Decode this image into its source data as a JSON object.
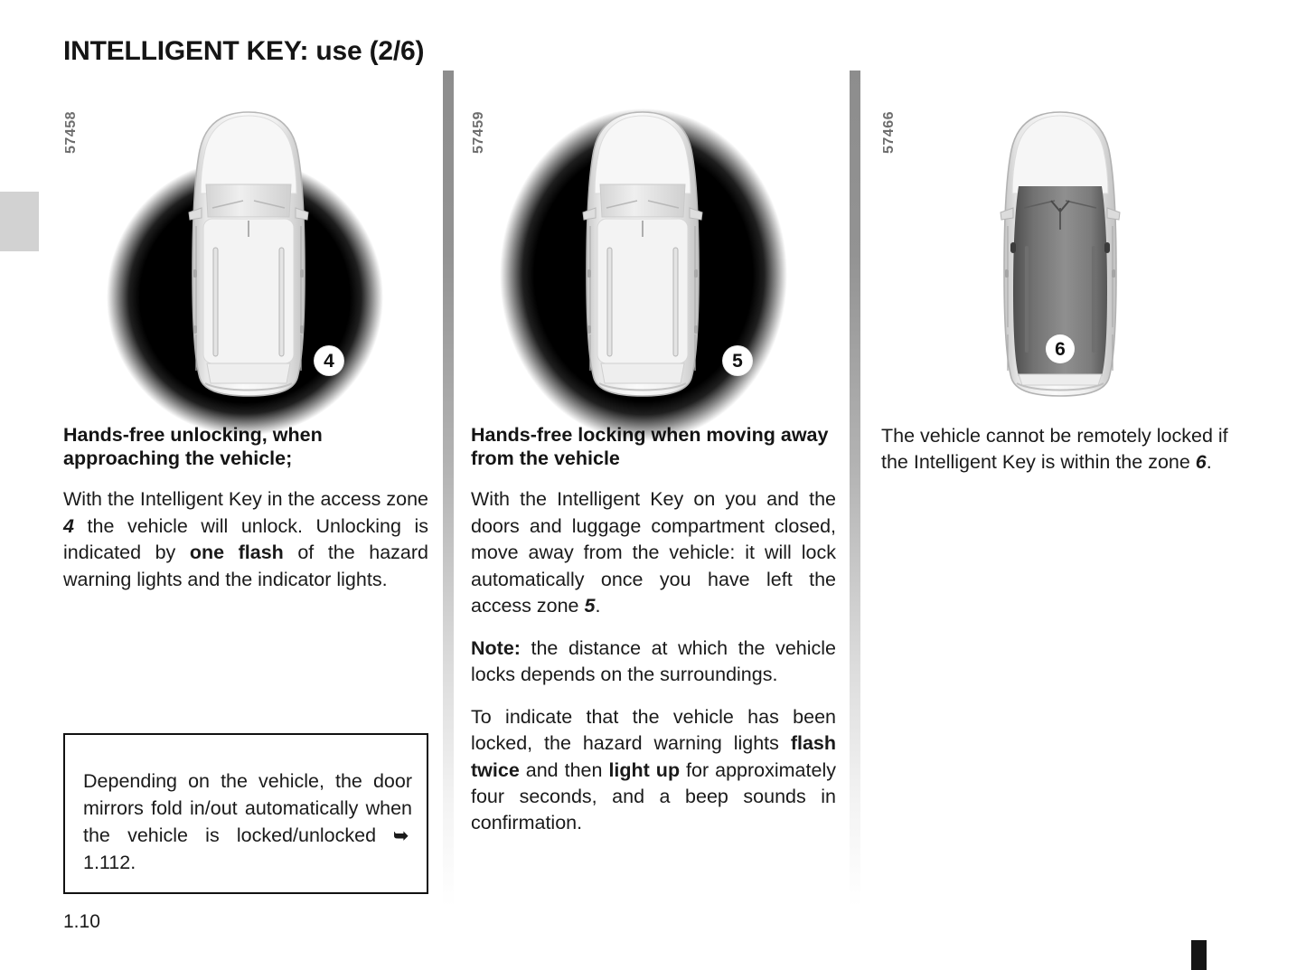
{
  "page": {
    "title": "INTELLIGENT KEY: use (2/6)",
    "number": "1.10",
    "corner_mark_color": "#151515",
    "tab_color": "#d2d2d2"
  },
  "columns": [
    {
      "figure": {
        "code": "57458",
        "badge": "4",
        "zone_color": "#000000",
        "icon": "car-top-view-icon",
        "description": "access-zone-unlock"
      },
      "heading": "Hands-free unlocking, when approaching the vehicle;",
      "paragraphs": [
        {
          "id": "p1",
          "runs": [
            {
              "text": "With the Intelligent Key in the access zone ",
              "style": "normal"
            },
            {
              "text": "4",
              "style": "bold-italic"
            },
            {
              "text": " the vehicle will unlock. Unlocking is indicated by ",
              "style": "normal"
            },
            {
              "text": "one flash",
              "style": "bold"
            },
            {
              "text": " of the hazard warning lights and the indicator lights.",
              "style": "normal"
            }
          ]
        }
      ],
      "note_box": {
        "runs": [
          {
            "text": "Depending on the vehicle, the door mirrors fold in/out automatically when the vehicle is locked/unlocked ",
            "style": "normal"
          },
          {
            "text": "➥",
            "style": "arrow"
          },
          {
            "text": " 1.112.",
            "style": "normal"
          }
        ],
        "reference": "1.112."
      }
    },
    {
      "figure": {
        "code": "57459",
        "badge": "5",
        "zone_color": "#000000",
        "icon": "car-top-view-icon",
        "description": "access-zone-lock"
      },
      "heading": "Hands-free locking when moving away from the vehicle",
      "paragraphs": [
        {
          "id": "p1",
          "runs": [
            {
              "text": "With the Intelligent Key on you and the doors and luggage compartment closed, move away from the vehicle: it will lock automatically once you have left the access zone ",
              "style": "normal"
            },
            {
              "text": "5",
              "style": "bold-italic"
            },
            {
              "text": ".",
              "style": "normal"
            }
          ]
        },
        {
          "id": "p2",
          "runs": [
            {
              "text": "Note:",
              "style": "bold"
            },
            {
              "text": " the distance at which the vehicle locks depends on the surroundings.",
              "style": "normal"
            }
          ]
        },
        {
          "id": "p3",
          "runs": [
            {
              "text": "To indicate that the vehicle has been locked, the hazard warning lights ",
              "style": "normal"
            },
            {
              "text": "flash twice",
              "style": "bold"
            },
            {
              "text": " and then ",
              "style": "normal"
            },
            {
              "text": "light up",
              "style": "bold"
            },
            {
              "text": " for approximately four seconds, and a beep sounds in confirmation.",
              "style": "normal"
            }
          ]
        }
      ],
      "note_box": null
    },
    {
      "figure": {
        "code": "57466",
        "badge": "6",
        "zone_color": "#6e6e6e",
        "icon": "car-top-view-icon",
        "description": "interior-zone"
      },
      "heading": null,
      "paragraphs": [
        {
          "id": "p1",
          "runs": [
            {
              "text": "The vehicle cannot be remotely locked if the Intelligent Key is within the zone ",
              "style": "normal"
            },
            {
              "text": "6",
              "style": "bold-italic"
            },
            {
              "text": ".",
              "style": "normal"
            }
          ]
        }
      ],
      "note_box": null
    }
  ]
}
